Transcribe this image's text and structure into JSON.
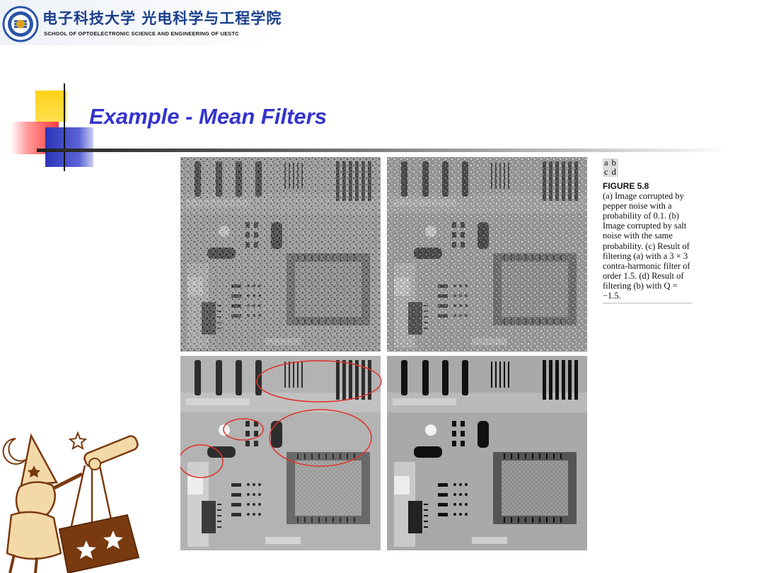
{
  "header": {
    "school_cn": "电子科技大学 光电科学与工程学院",
    "school_en": "SCHOOL OF OPTOELECTRONIC SCIENCE AND ENGINEERING OF UESTC"
  },
  "slide": {
    "title": "Example - Mean Filters"
  },
  "figure": {
    "layout_row1": "a b",
    "layout_row2": "c d",
    "label": "FIGURE 5.8",
    "caption": "(a) Image corrupted by pepper noise with a probability of 0.1. (b) Image corrupted by salt noise with the same probability. (c) Result of filtering (a) with a 3 × 3 contra-harmonic filter of order 1.5. (d) Result of filtering (b) with Q = −1.5."
  },
  "colors": {
    "title": "#3333cc",
    "annotation_circles": "#e0302a",
    "school_blue": "#1a3f8c"
  }
}
